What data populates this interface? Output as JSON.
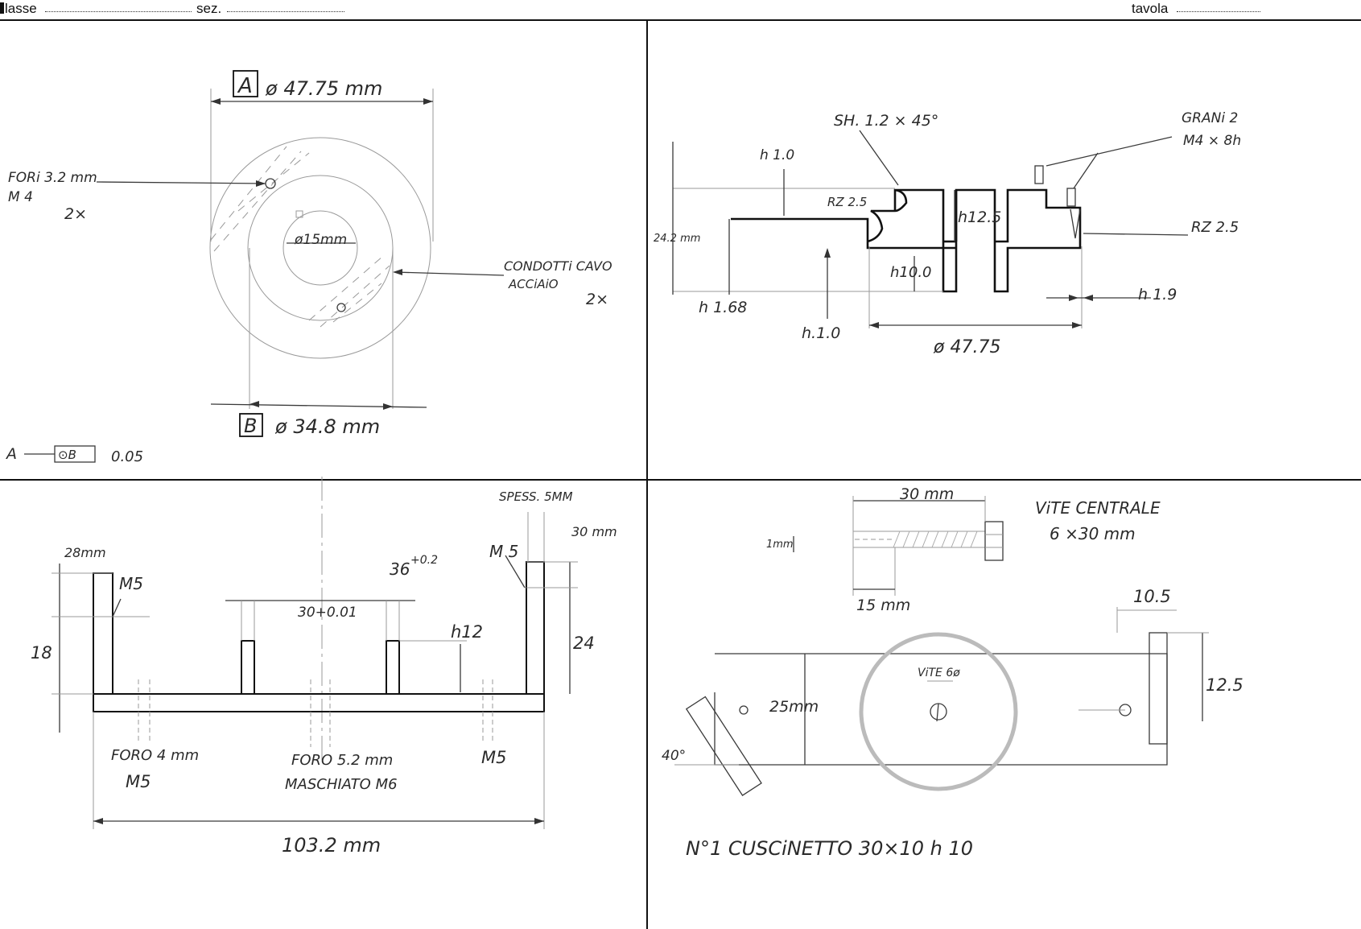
{
  "header": {
    "classe_label": "lasse",
    "sez_label": "sez.",
    "tavola_label": "tavola"
  },
  "panel1": {
    "box_a": "A",
    "dim_a": "ø 47.75 mm",
    "holes_line1": "FORi  3.2 mm",
    "holes_line2": "M 4",
    "holes_qty": "2×",
    "inner_dim": "ø15mm",
    "conduits_line1": "CONDOTTi CAVO",
    "conduits_line2": "ACCiAiO",
    "conduits_qty": "2×",
    "box_b": "B",
    "dim_b": "ø 34.8 mm",
    "tolerance_ref": "A",
    "tolerance_box": "⊙B",
    "tolerance_value": "0.05"
  },
  "panel2": {
    "chamfer": "SH. 1.2 × 45°",
    "grani_line1": "GRANi  2",
    "grani_line2": "M4 × 8h",
    "h10_top": "h 1.0",
    "rz_left": "RZ 2.5",
    "h125": "h12.5",
    "height_total": "24.2 mm",
    "rz_right": "RZ  2.5",
    "h100": "h10.0",
    "h168": "h 1.68",
    "h19": "h 1.9",
    "h10_bottom": "h.1.0",
    "diameter": "ø 47.75"
  },
  "panel3": {
    "thickness": "SPESS. 5MM",
    "dim_28": "28mm",
    "m5_left": "M5",
    "m5_right_top": "M 5",
    "dim_30": "30 mm",
    "dim_36": "36",
    "tol_36": "+0.2",
    "dim_30_001": "30+0.01",
    "h12": "h12",
    "dim_18": "18",
    "dim_24": "24",
    "foro4": "FORO 4 mm",
    "m5_bottom_left": "M5",
    "foro52": "FORO 5.2 mm",
    "maschiato": "MASCHIATO M6",
    "m5_bottom_right": "M5",
    "total_length": "103.2 mm"
  },
  "panel4": {
    "screw_length": "30 mm",
    "screw_title1": "ViTE CENTRALE",
    "screw_title2": "6 ×30 mm",
    "screw_small": "1mm",
    "screw_thread": "15 mm",
    "dim_105": "10.5",
    "vite6": "ViTE 6ø",
    "dim_25": "25mm",
    "dim_125": "12.5",
    "angle": "40°",
    "bearing": "N°1  CUSCiNETTO      30×10 h 10"
  }
}
